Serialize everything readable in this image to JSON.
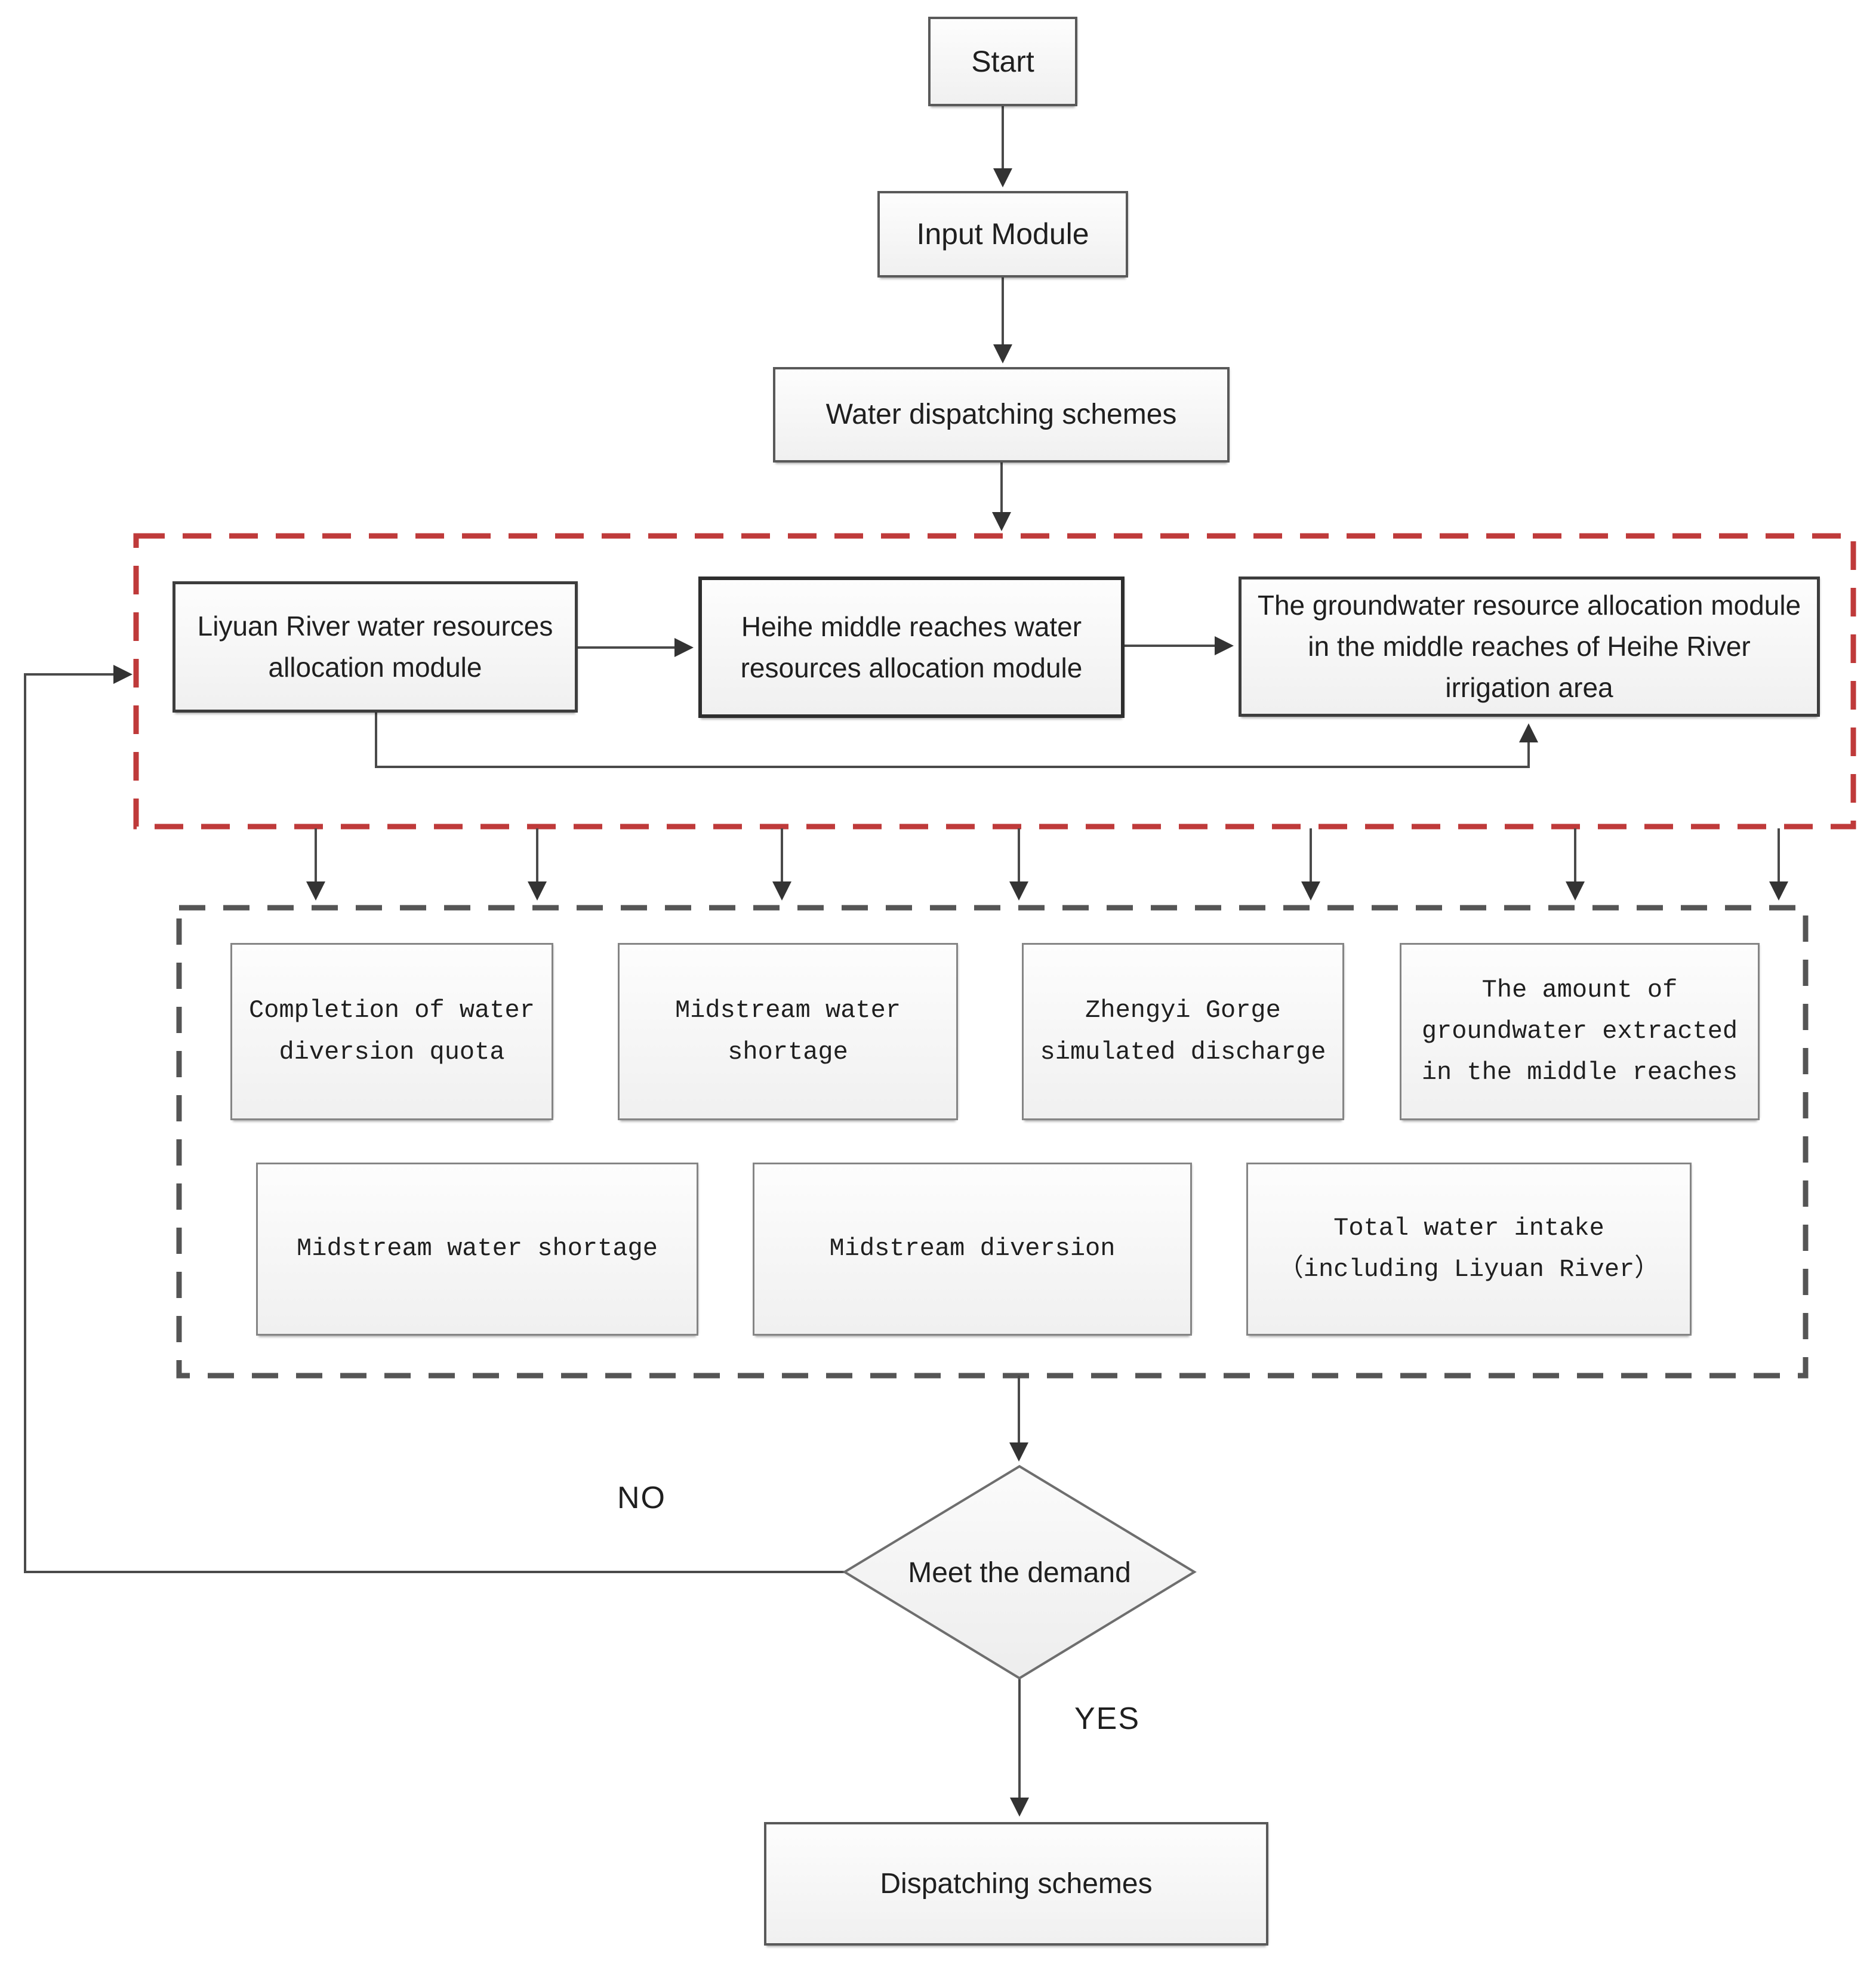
{
  "diagram": {
    "type": "flowchart",
    "colors": {
      "module_group_border": "#bf3a3a",
      "output_group_border": "#555555",
      "connector": "#4a4a4a",
      "box_fill_top": "#fdfdfd",
      "box_fill_bottom": "#f0f0f0",
      "text": "#1f1f1f"
    },
    "nodes": {
      "start": {
        "label": "Start"
      },
      "input_module": {
        "label": "Input Module"
      },
      "water_dispatching_schemes": {
        "label": "Water dispatching schemes"
      },
      "liyuan_module": {
        "label": "Liyuan River water resources allocation module"
      },
      "heihe_module": {
        "label": "Heihe middle reaches water resources allocation module"
      },
      "groundwater_module": {
        "label": "The groundwater resource allocation module in the middle reaches of Heihe River irrigation area"
      },
      "completion_quota": {
        "label": "Completion of water diversion quota"
      },
      "midstream_water_shortage_top": {
        "label": "Midstream water shortage"
      },
      "zhengyi_gorge": {
        "label": "Zhengyi Gorge simulated discharge"
      },
      "groundwater_amount": {
        "label": "The amount of groundwater extracted in the middle reaches"
      },
      "midstream_water_shortage_bottom": {
        "label": "Midstream water shortage"
      },
      "midstream_diversion": {
        "label": "Midstream diversion"
      },
      "total_water_intake": {
        "label": "Total water intake （including Liyuan River）"
      },
      "meet_demand": {
        "label": "Meet the demand"
      },
      "dispatching_schemes": {
        "label": "Dispatching schemes"
      }
    },
    "edge_labels": {
      "no": "NO",
      "yes": "YES"
    }
  }
}
